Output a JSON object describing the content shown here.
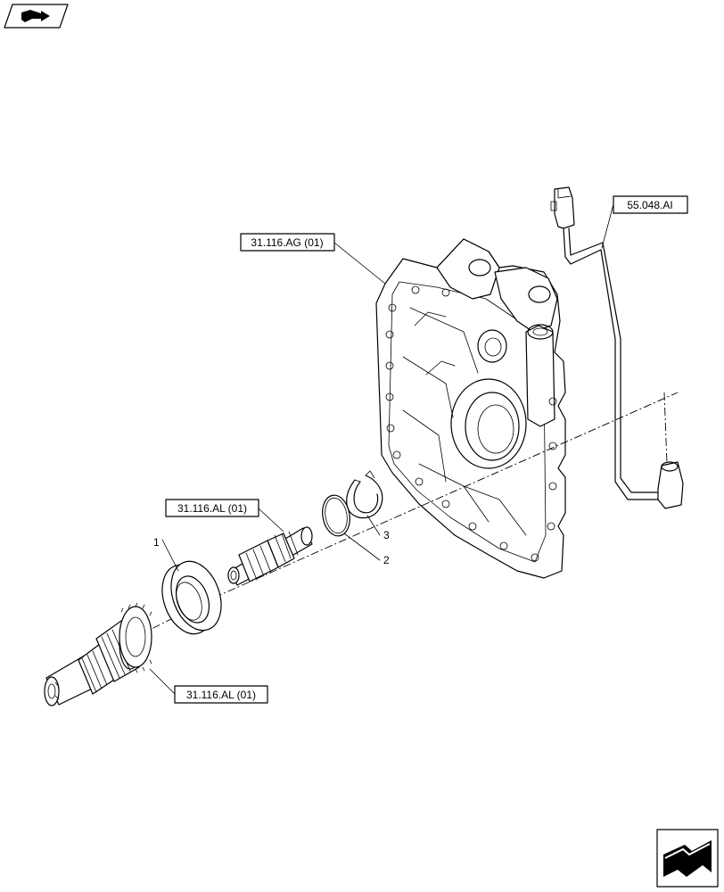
{
  "references": {
    "housing": "31.116.AG (01)",
    "sensor": "55.048.AI",
    "shaft_upper": "31.116.AL (01)",
    "shaft_lower": "31.116.AL (01)"
  },
  "callouts": {
    "item1": "1",
    "item2": "2",
    "item3": "3"
  },
  "icons": {
    "top_left": "open-book-nav-icon",
    "bottom_right": "next-page-arrow-icon"
  }
}
